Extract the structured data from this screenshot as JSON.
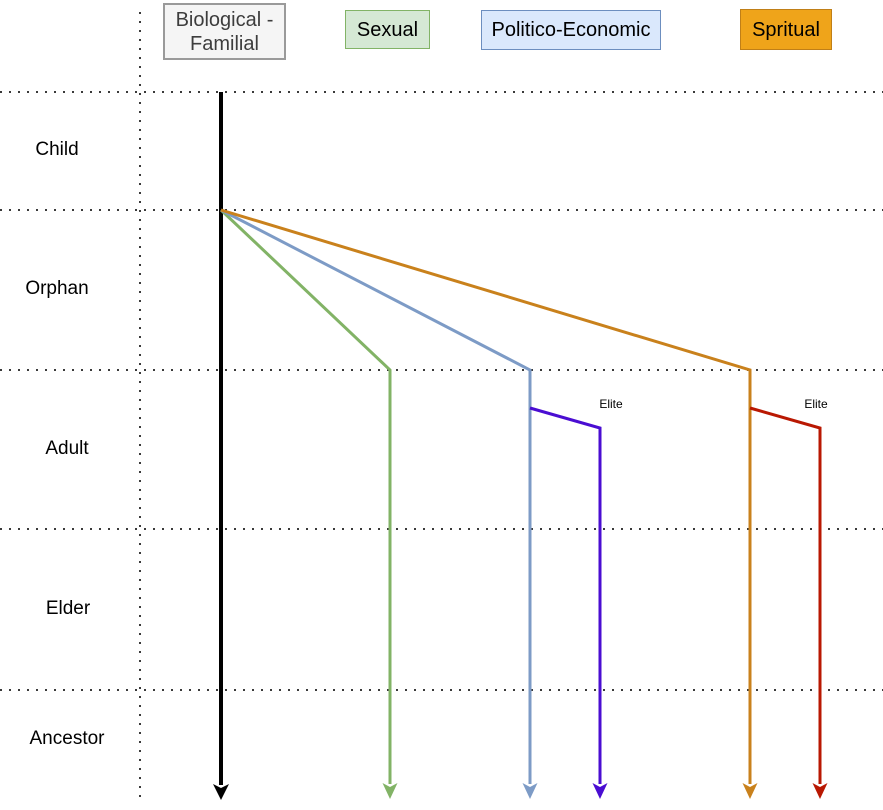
{
  "legend": {
    "items": [
      {
        "id": "biological-familial",
        "label": "Biological - Familial",
        "fill": "#f5f5f5",
        "border": "#9a9a9a",
        "text_color": "#3d3d3d"
      },
      {
        "id": "sexual",
        "label": "Sexual",
        "fill": "#d5e8d4",
        "border": "#82b366",
        "text_color": "#000000"
      },
      {
        "id": "politico-economic",
        "label": "Politico-Economic",
        "fill": "#dae8fc",
        "border": "#6c8ebf",
        "text_color": "#000000"
      },
      {
        "id": "spiritual",
        "label": "Spritual",
        "fill": "#efa41a",
        "border": "#c07f17",
        "text_color": "#000000"
      }
    ]
  },
  "stages": [
    {
      "label": "Child"
    },
    {
      "label": "Orphan"
    },
    {
      "label": "Adult"
    },
    {
      "label": "Elder"
    },
    {
      "label": "Ancestor"
    }
  ],
  "lines": {
    "biological": {
      "legend": "Biological - Familial",
      "color": "#000000"
    },
    "sexual": {
      "legend": "Sexual",
      "color": "#82b366"
    },
    "politico": {
      "legend": "Politico-Economic",
      "color": "#7d9bc6"
    },
    "spiritual": {
      "legend": "Spritual",
      "color": "#c9811c"
    },
    "politico_elite": {
      "label": "Elite",
      "color": "#4a0dd2"
    },
    "spiritual_elite": {
      "label": "Elite",
      "color": "#b91802"
    }
  },
  "grid": {
    "color": "#3a3a3a"
  }
}
